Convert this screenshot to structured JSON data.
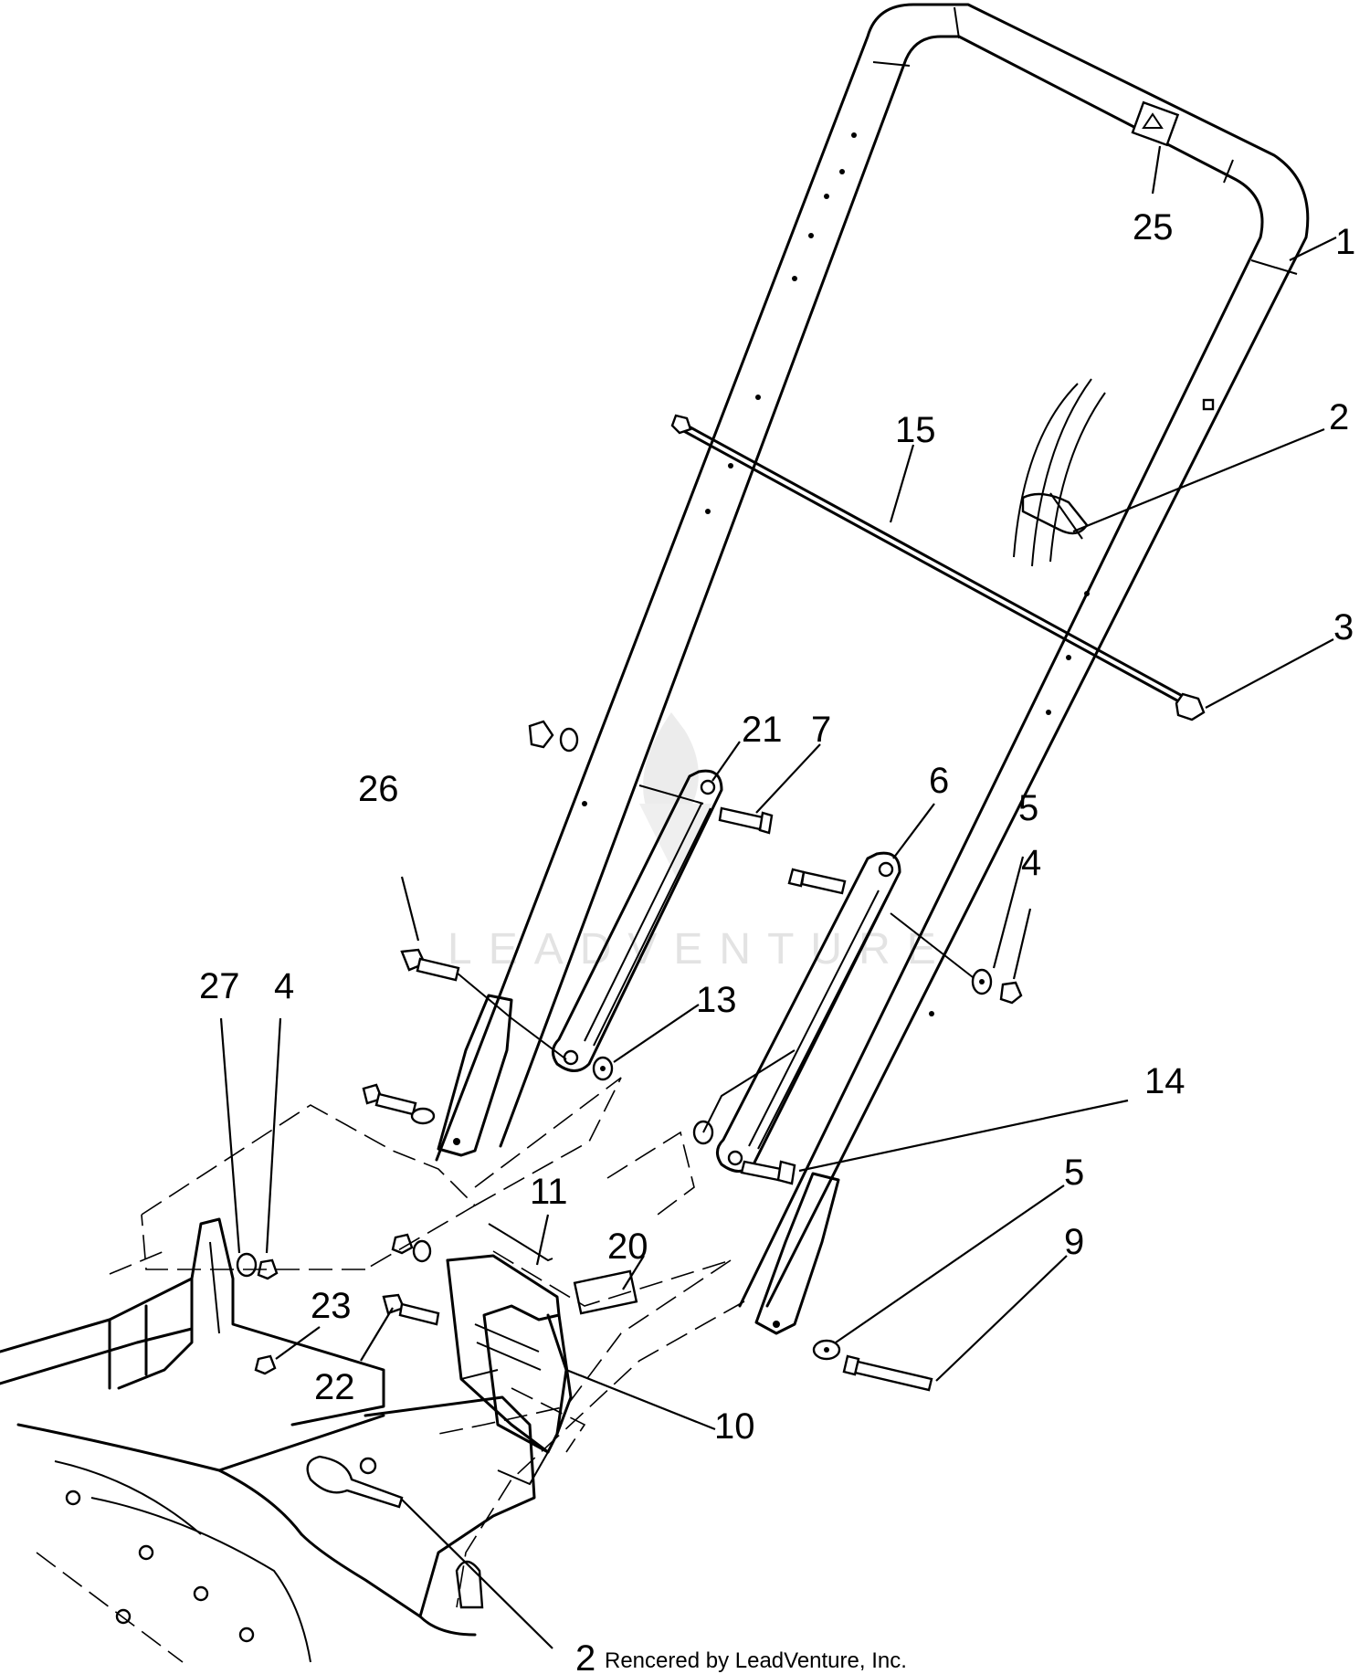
{
  "callouts": [
    {
      "id": "c1",
      "label": "1"
    },
    {
      "id": "c25",
      "label": "25"
    },
    {
      "id": "c2top",
      "label": "2"
    },
    {
      "id": "c15",
      "label": "15"
    },
    {
      "id": "c3",
      "label": "3"
    },
    {
      "id": "c21",
      "label": "21"
    },
    {
      "id": "c7",
      "label": "7"
    },
    {
      "id": "c6",
      "label": "6"
    },
    {
      "id": "c26",
      "label": "26"
    },
    {
      "id": "c5a",
      "label": "5"
    },
    {
      "id": "c4a",
      "label": "4"
    },
    {
      "id": "c27",
      "label": "27"
    },
    {
      "id": "c4b",
      "label": "4"
    },
    {
      "id": "c13",
      "label": "13"
    },
    {
      "id": "c14",
      "label": "14"
    },
    {
      "id": "c11",
      "label": "11"
    },
    {
      "id": "c20",
      "label": "20"
    },
    {
      "id": "c5b",
      "label": "5"
    },
    {
      "id": "c9",
      "label": "9"
    },
    {
      "id": "c23",
      "label": "23"
    },
    {
      "id": "c22",
      "label": "22"
    },
    {
      "id": "c10",
      "label": "10"
    },
    {
      "id": "c2bottom",
      "label": "2"
    }
  ],
  "watermark": "LEADVENTURE",
  "credit": "Rencered by LeadVenture, Inc."
}
